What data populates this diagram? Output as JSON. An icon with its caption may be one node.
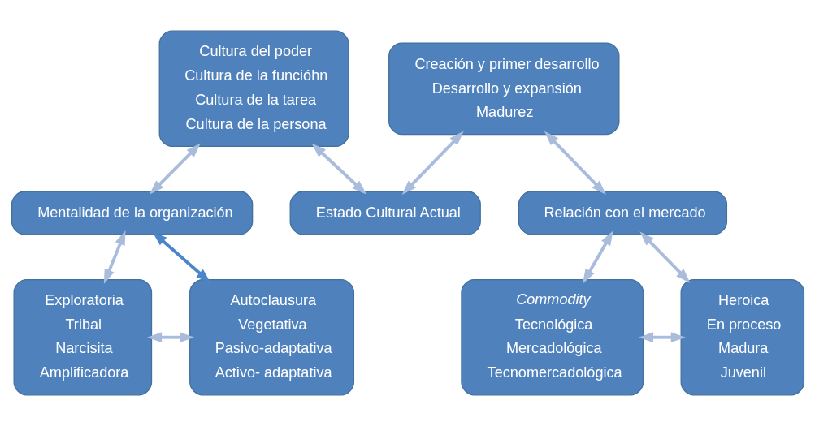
{
  "diagram": {
    "nodes": [
      {
        "text": [
          "Cultura del poder",
          "Cultura de la funcióhn",
          "Cultura de la tarea",
          "Cultura de la persona"
        ]
      },
      {
        "text": [
          "Creación y primer desarrollo",
          "Desarrollo y expansión",
          "Madurez"
        ]
      },
      {
        "text": [
          "Estado Cultural Actual"
        ]
      },
      {
        "text": [
          "Relación con el mercado"
        ]
      },
      {
        "text": [
          "Mentalidad de la organización"
        ]
      },
      {
        "text": [
          "Exploratoria",
          "Tribal",
          "Narcisita",
          "Amplificadora"
        ]
      },
      {
        "text": [
          "Autoclausura",
          "Vegetativa",
          "Pasivo-adaptativa",
          "Activo- adaptativa"
        ]
      },
      {
        "text": [
          "*Commodity*",
          "Tecnológica",
          "Mercadológica",
          "Tecnomercadológica"
        ]
      },
      {
        "text": [
          "Heroica",
          "En proceso",
          "Madura",
          "Juvenil"
        ]
      }
    ],
    "edges": [
      {
        "from": 2,
        "to": 0,
        "arrow": "both"
      },
      {
        "from": 2,
        "to": 1,
        "arrow": "both"
      },
      {
        "from": 1,
        "to": 3,
        "arrow": "both"
      },
      {
        "from": 0,
        "to": 4,
        "arrow": "both"
      },
      {
        "from": 4,
        "to": 5,
        "arrow": "both"
      },
      {
        "from": 4,
        "to": 6,
        "arrow": "both",
        "color": "#4a86c8"
      },
      {
        "from": 5,
        "to": 6,
        "arrow": "both"
      },
      {
        "from": 3,
        "to": 7,
        "arrow": "both"
      },
      {
        "from": 3,
        "to": 8,
        "arrow": "both"
      },
      {
        "from": 7,
        "to": 8,
        "arrow": "both"
      }
    ]
  }
}
